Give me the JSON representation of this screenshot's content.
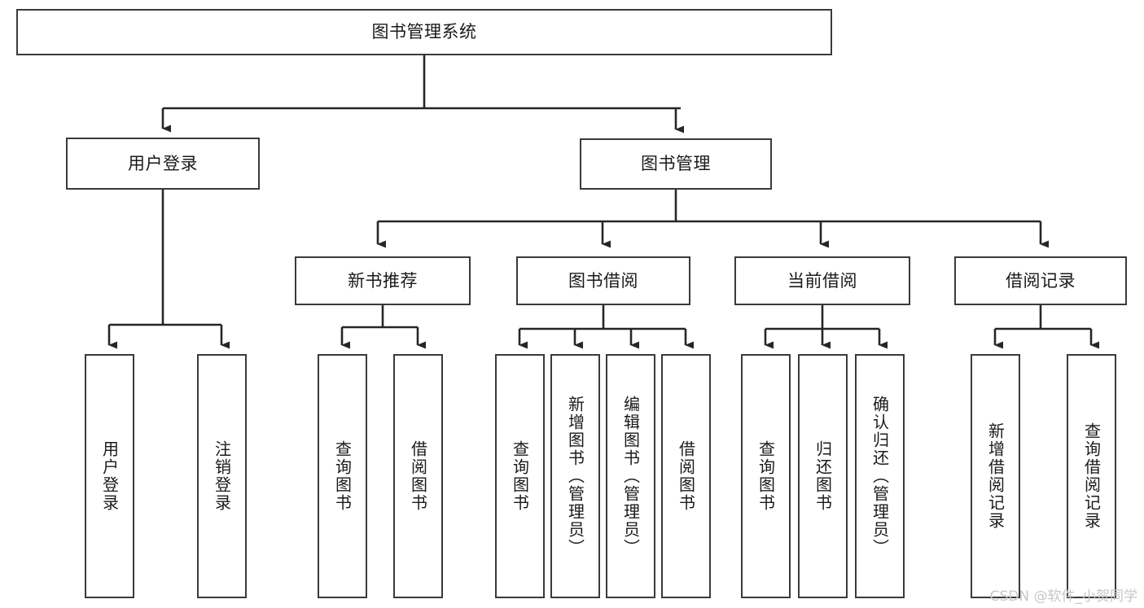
{
  "diagram": {
    "title": "图书管理系统",
    "type": "hierarchy-tree",
    "watermark": "CSDN @软件_小贺同学",
    "colors": {
      "box_border": "#3a3a3a",
      "box_fill": "#ffffff",
      "edge": "#262626",
      "text": "#1a1a1a",
      "watermark": "#c7c7c7"
    },
    "nodes": {
      "root": {
        "label": "图书管理系统"
      },
      "level2": [
        {
          "id": "user-login",
          "label": "用户登录"
        },
        {
          "id": "book-manage",
          "label": "图书管理"
        }
      ],
      "level3": [
        {
          "id": "new-book-rec",
          "label": "新书推荐"
        },
        {
          "id": "book-borrow",
          "label": "图书借阅"
        },
        {
          "id": "current-borrow",
          "label": "当前借阅"
        },
        {
          "id": "borrow-record",
          "label": "借阅记录"
        }
      ],
      "leaves": {
        "user-login": [
          {
            "id": "leaf-user-login",
            "label": "用户登录"
          },
          {
            "id": "leaf-logout",
            "label": "注销登录"
          }
        ],
        "new-book-rec": [
          {
            "id": "leaf-query-book-1",
            "label": "查询图书"
          },
          {
            "id": "leaf-borrow-book-1",
            "label": "借阅图书"
          }
        ],
        "book-borrow": [
          {
            "id": "leaf-query-book-2",
            "label": "查询图书"
          },
          {
            "id": "leaf-add-book",
            "label": "新增图书（管理员）"
          },
          {
            "id": "leaf-edit-book",
            "label": "编辑图书（管理员）"
          },
          {
            "id": "leaf-borrow-book-2",
            "label": "借阅图书"
          }
        ],
        "current-borrow": [
          {
            "id": "leaf-query-book-3",
            "label": "查询图书"
          },
          {
            "id": "leaf-return-book",
            "label": "归还图书"
          },
          {
            "id": "leaf-confirm-return",
            "label": "确认归还（管理员）"
          }
        ],
        "borrow-record": [
          {
            "id": "leaf-add-record",
            "label": "新增借阅记录"
          },
          {
            "id": "leaf-query-record",
            "label": "查询借阅记录"
          }
        ]
      }
    }
  }
}
